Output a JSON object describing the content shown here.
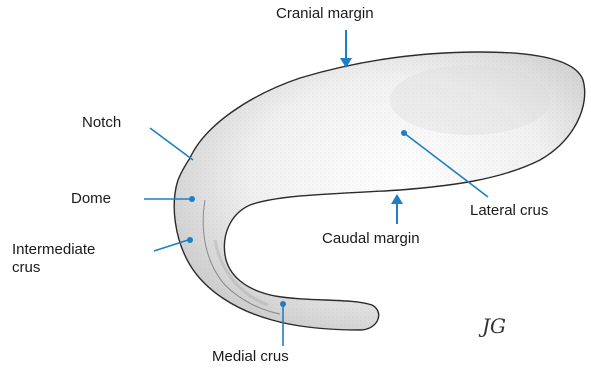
{
  "labels": {
    "cranial_margin": "Cranial margin",
    "notch": "Notch",
    "dome": "Dome",
    "intermediate_crus_line1": "Intermediate",
    "intermediate_crus_line2": "crus",
    "lateral_crus": "Lateral crus",
    "caudal_margin": "Caudal margin",
    "medial_crus": "Medial crus"
  },
  "signature": "JG",
  "colors": {
    "pointer": "#1f7fc4",
    "outline": "#2a2a2a",
    "stipple_light": "#e9e9e9",
    "stipple_dark": "#bdbdbd",
    "text": "#1a1a1a"
  }
}
